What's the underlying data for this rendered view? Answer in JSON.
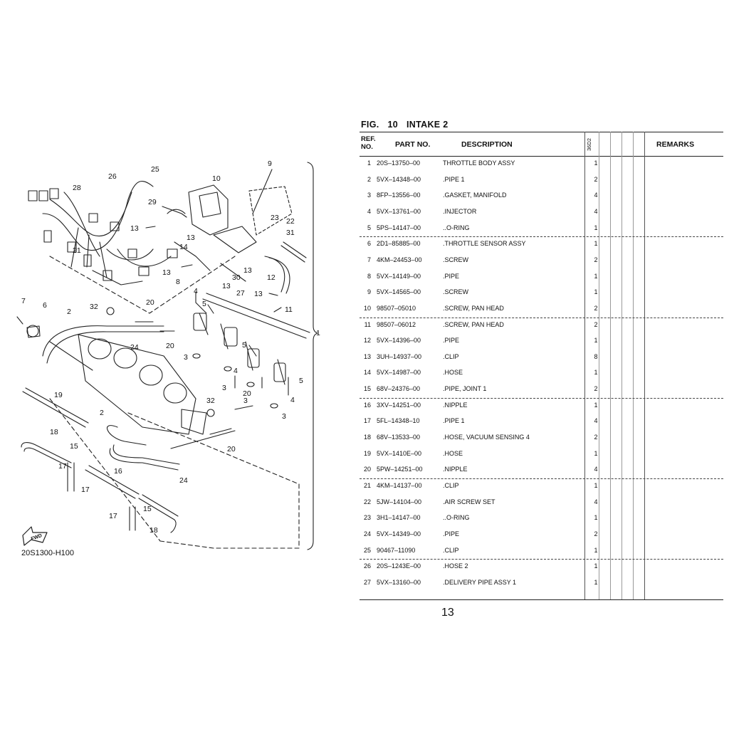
{
  "figure": {
    "prefix": "FIG.",
    "number": "10",
    "name": "INTAKE 2"
  },
  "diagram": {
    "code": "20S1300-H100",
    "fwd_label": "FWD",
    "callouts": [
      "1",
      "2",
      "2",
      "3",
      "3",
      "3",
      "3",
      "4",
      "4",
      "4",
      "5",
      "5",
      "5",
      "6",
      "7",
      "8",
      "9",
      "10",
      "11",
      "12",
      "13",
      "13",
      "13",
      "13",
      "13",
      "13",
      "14",
      "15",
      "15",
      "16",
      "17",
      "17",
      "17",
      "18",
      "18",
      "19",
      "20",
      "20",
      "20",
      "20",
      "21",
      "22",
      "23",
      "24",
      "24",
      "25",
      "26",
      "27",
      "28",
      "29",
      "30",
      "31",
      "32",
      "32"
    ]
  },
  "table": {
    "headers": {
      "ref": "REF. NO.",
      "part_no": "PART NO.",
      "description": "DESCRIPTION",
      "model": "36D2",
      "remarks": "REMARKS"
    },
    "rows": [
      {
        "ref": "1",
        "part": "20S–13750–00",
        "desc": "THROTTLE BODY ASSY",
        "qty": "1"
      },
      {
        "ref": "2",
        "part": "5VX–14348–00",
        "desc": ".PIPE 1",
        "qty": "2"
      },
      {
        "ref": "3",
        "part": "8FP–13556–00",
        "desc": ".GASKET, MANIFOLD",
        "qty": "4"
      },
      {
        "ref": "4",
        "part": "5VX–13761–00",
        "desc": ".INJECTOR",
        "qty": "4"
      },
      {
        "ref": "5",
        "part": "5PS–14147–00",
        "desc": "..O-RING",
        "qty": "1"
      },
      {
        "ref": "6",
        "part": "2D1–85885–00",
        "desc": ".THROTTLE SENSOR ASSY",
        "qty": "1"
      },
      {
        "ref": "7",
        "part": "4KM–24453–00",
        "desc": ".SCREW",
        "qty": "2"
      },
      {
        "ref": "8",
        "part": "5VX–14149–00",
        "desc": ".PIPE",
        "qty": "1"
      },
      {
        "ref": "9",
        "part": "5VX–14565–00",
        "desc": ".SCREW",
        "qty": "1"
      },
      {
        "ref": "10",
        "part": "98507–05010",
        "desc": ".SCREW, PAN HEAD",
        "qty": "2"
      },
      {
        "ref": "11",
        "part": "98507–06012",
        "desc": ".SCREW, PAN HEAD",
        "qty": "2"
      },
      {
        "ref": "12",
        "part": "5VX–14396–00",
        "desc": ".PIPE",
        "qty": "1"
      },
      {
        "ref": "13",
        "part": "3UH–14937–00",
        "desc": ".CLIP",
        "qty": "8"
      },
      {
        "ref": "14",
        "part": "5VX–14987–00",
        "desc": ".HOSE",
        "qty": "1"
      },
      {
        "ref": "15",
        "part": "68V–24376–00",
        "desc": ".PIPE, JOINT 1",
        "qty": "2"
      },
      {
        "ref": "16",
        "part": "3XV–14251–00",
        "desc": ".NIPPLE",
        "qty": "1"
      },
      {
        "ref": "17",
        "part": "5FL–14348–10",
        "desc": ".PIPE 1",
        "qty": "4"
      },
      {
        "ref": "18",
        "part": "68V–13533–00",
        "desc": ".HOSE, VACUUM SENSING 4",
        "qty": "2"
      },
      {
        "ref": "19",
        "part": "5VX–1410E–00",
        "desc": ".HOSE",
        "qty": "1"
      },
      {
        "ref": "20",
        "part": "5PW–14251–00",
        "desc": ".NIPPLE",
        "qty": "4"
      },
      {
        "ref": "21",
        "part": "4KM–14137–00",
        "desc": ".CLIP",
        "qty": "1"
      },
      {
        "ref": "22",
        "part": "5JW–14104–00",
        "desc": ".AIR SCREW SET",
        "qty": "4"
      },
      {
        "ref": "23",
        "part": "3H1–14147–00",
        "desc": "..O-RING",
        "qty": "1"
      },
      {
        "ref": "24",
        "part": "5VX–14349–00",
        "desc": ".PIPE",
        "qty": "2"
      },
      {
        "ref": "25",
        "part": "90467–11090",
        "desc": ".CLIP",
        "qty": "1"
      },
      {
        "ref": "26",
        "part": "20S–1243E–00",
        "desc": ".HOSE 2",
        "qty": "1"
      },
      {
        "ref": "27",
        "part": "5VX–13160–00",
        "desc": ".DELIVERY PIPE ASSY 1",
        "qty": "1"
      }
    ]
  },
  "page_number": "13"
}
